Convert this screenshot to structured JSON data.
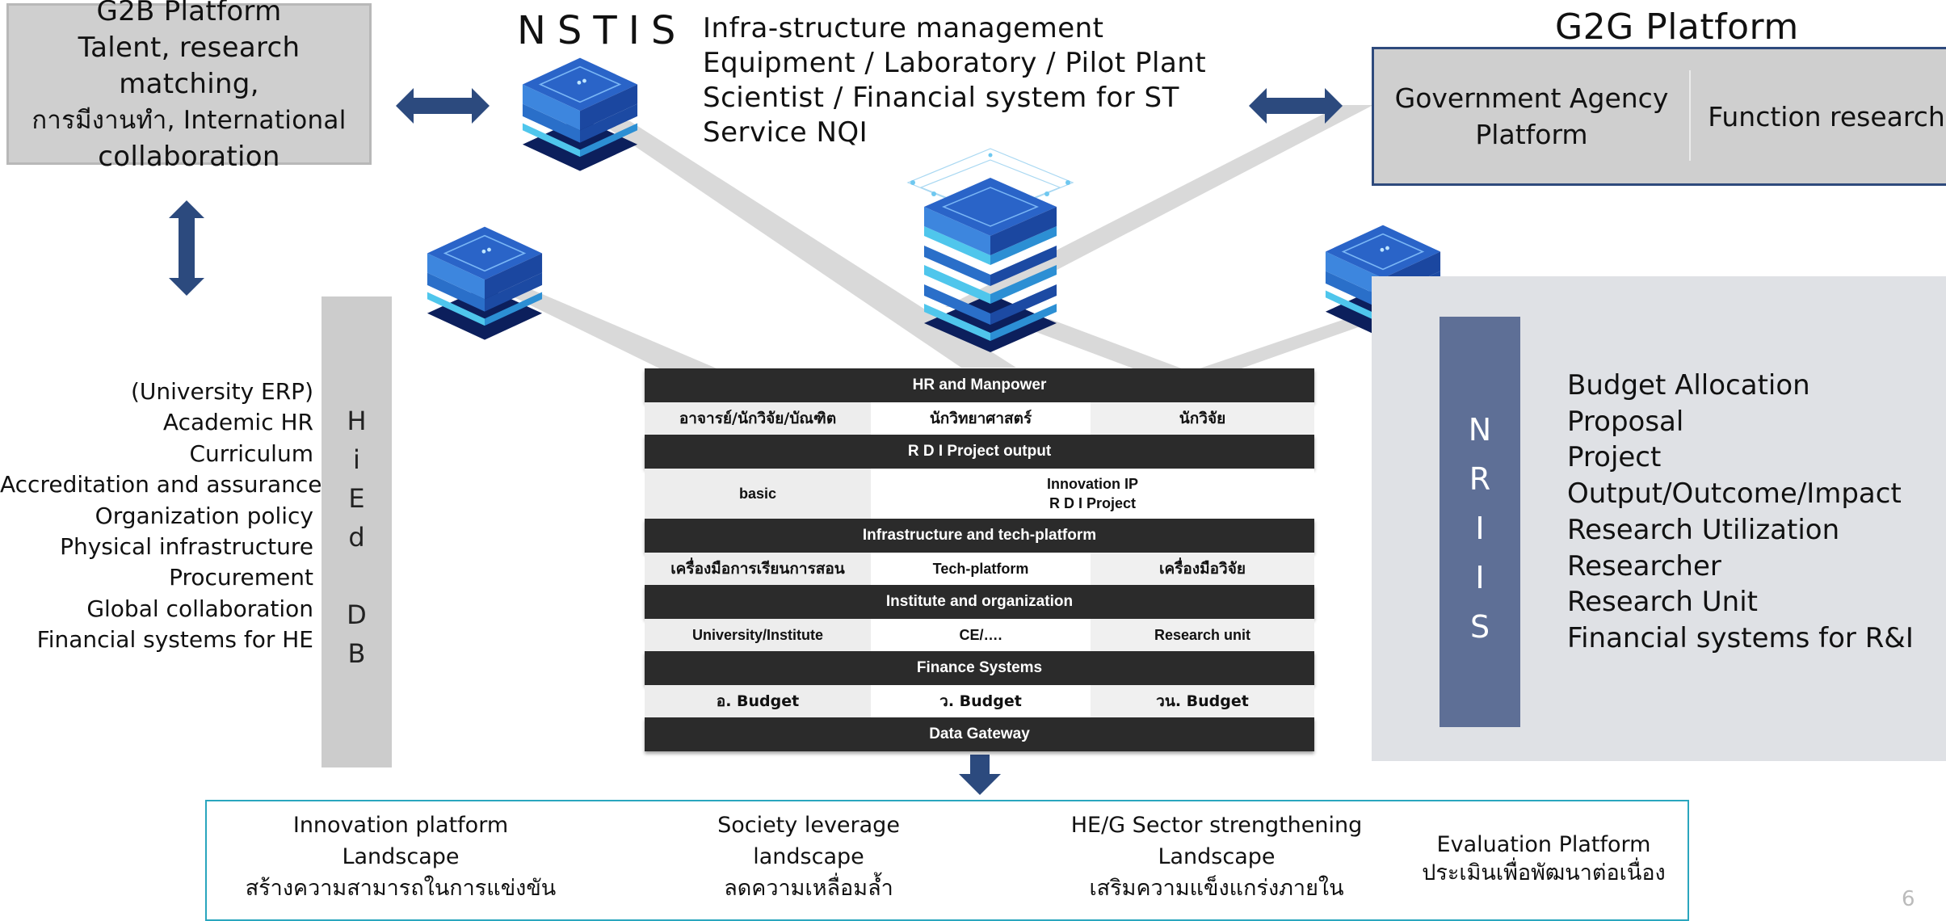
{
  "g2b": {
    "title": "G2B Platform",
    "line1": "Talent, research matching,",
    "line2": "การมีงานทำ, International",
    "line3": "collaboration"
  },
  "nstis": {
    "title": "NSTIS",
    "lines": [
      "Infra-structure management",
      "Equipment / Laboratory / Pilot Plant",
      "Scientist / Financial system for ST",
      "Service NQI"
    ]
  },
  "g2g": {
    "title": "G2G Platform",
    "agency_line1": "Government Agency",
    "agency_line2": "Platform",
    "function": "Function research"
  },
  "hied": {
    "letters": [
      "H",
      "i",
      "E",
      "d",
      "",
      "D",
      "B"
    ],
    "items": [
      "(University ERP)",
      "Academic HR",
      "Curriculum",
      "Accreditation and assurance",
      "Organization policy",
      "Physical infrastructure",
      "Procurement",
      "Global collaboration",
      "Financial systems for HE"
    ]
  },
  "nriis": {
    "letters": [
      "N",
      "R",
      "I",
      "I",
      "S"
    ],
    "items": [
      "Budget Allocation",
      "Proposal",
      "Project",
      "Output/Outcome/Impact",
      "Research Utilization",
      "Researcher",
      "Research Unit",
      "Financial systems for R&I"
    ]
  },
  "table": {
    "hr_header": "HR and Manpower",
    "hr_cells": [
      "อาจารย์/นักวิจัย/บัณฑิต",
      "นักวิทยาศาสตร์",
      "นักวิจัย"
    ],
    "rdi_header": "R D I Project output",
    "rdi_basic": "basic",
    "rdi_innovation": "Innovation IP",
    "rdi_project": "R D I Project",
    "infra_header": "Infrastructure and tech-platform",
    "infra_cells": [
      "เครื่องมือการเรียนการสอน",
      "Tech-platform",
      "เครื่องมือวิจัย"
    ],
    "inst_header": "Institute and organization",
    "inst_cells": [
      "University/Institute",
      "CE/….",
      "Research unit"
    ],
    "fin_header": "Finance Systems",
    "fin_cells": [
      "อ. Budget",
      "ว. Budget",
      "วน. Budget"
    ],
    "gateway_header": "Data Gateway"
  },
  "bottom": {
    "col1": [
      "Innovation platform",
      "Landscape",
      "สร้างความสามารถในการแข่งขัน"
    ],
    "col2": [
      "Society leverage",
      "landscape",
      "ลดความเหลื่อมล้ำ"
    ],
    "col3": [
      "HE/G Sector strengthening",
      "Landscape",
      "เสริมความแข็งแกร่งภายใน"
    ],
    "col4": [
      "Evaluation Platform",
      "ประเมินเพื่อพัฒนาต่อเนื่อง"
    ]
  },
  "slide_number": "6",
  "colors": {
    "navy_arrow": "#2c4a7e",
    "nriis_bar": "#5e6f96",
    "table_header": "#2b2b2b",
    "bottom_border": "#2aa6be",
    "server_blue": "#1f5fbf",
    "server_cyan": "#45c3ea"
  }
}
